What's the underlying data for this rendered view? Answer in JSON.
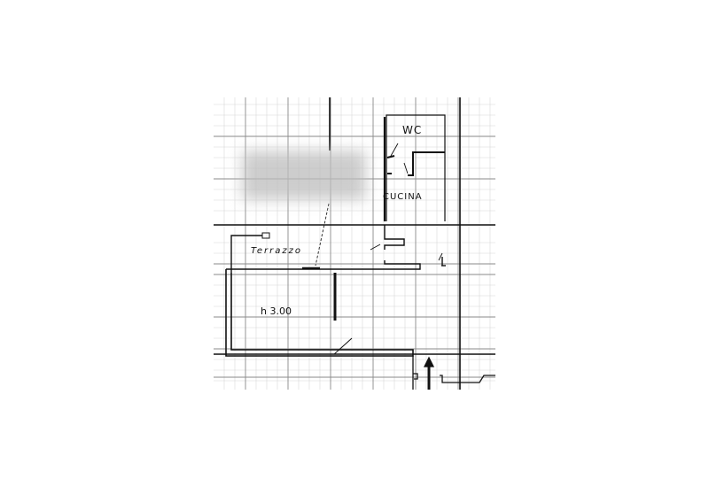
{
  "document": {
    "type": "floor plan scan on graph paper",
    "background_color": "#ffffff",
    "ink_color": "#111111"
  },
  "rooms": {
    "wc": "WC",
    "kitchen": "CUCINA",
    "terrace": "Terrazzo",
    "ceiling_height": "h 3.00"
  },
  "redacted_area": {
    "description": "blurred label"
  }
}
